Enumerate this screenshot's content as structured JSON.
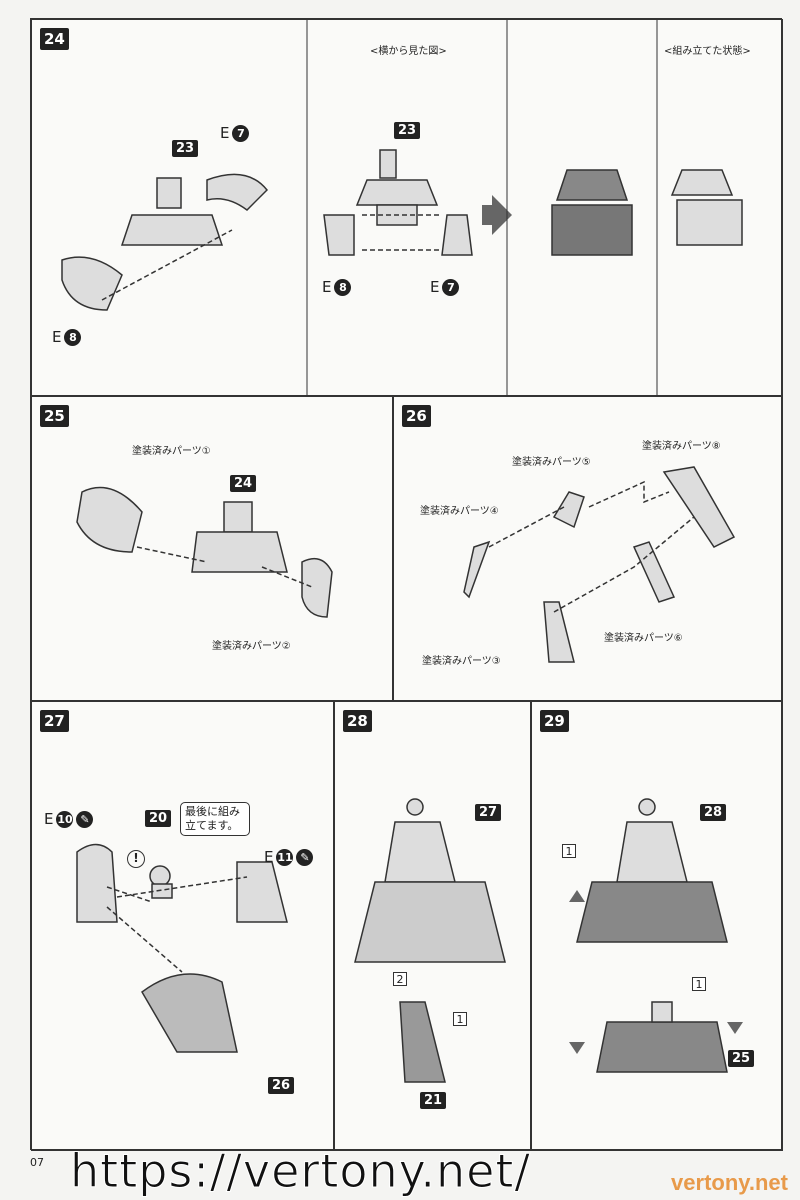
{
  "page_number": "07",
  "watermark": "https://vertony.net/",
  "watermark_corner": "vertony.net",
  "steps": {
    "s24": {
      "num": "24",
      "view_side": "<横から見た図>",
      "view_assembled": "<組み立てた状態>",
      "part_23": "23",
      "e7": "7",
      "e8": "8",
      "e_letter": "E"
    },
    "s25": {
      "num": "25",
      "part_24": "24",
      "painted_1": "塗装済みパーツ①",
      "painted_2": "塗装済みパーツ②"
    },
    "s26": {
      "num": "26",
      "painted_3": "塗装済みパーツ③",
      "painted_4": "塗装済みパーツ④",
      "painted_5": "塗装済みパーツ⑤",
      "painted_6": "塗装済みパーツ⑥",
      "painted_8": "塗装済みパーツ⑧"
    },
    "s27": {
      "num": "27",
      "e10": "10",
      "e11": "11",
      "e_letter": "E",
      "part_20": "20",
      "part_26": "26",
      "callout": "最後に組み立てます。",
      "warning": "!"
    },
    "s28": {
      "num": "28",
      "part_27": "27",
      "part_21": "21",
      "order_2": "2",
      "order_1": "1"
    },
    "s29": {
      "num": "29",
      "part_28": "28",
      "part_25": "25",
      "order_1": "1"
    }
  }
}
